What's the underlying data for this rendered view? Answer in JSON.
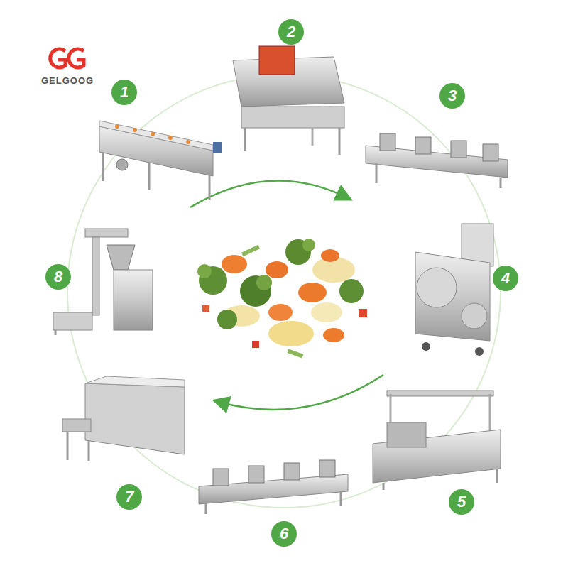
{
  "diagram": {
    "nodes": [
      {
        "text": [
          "1"
        ]
      },
      {
        "text": [
          "2"
        ]
      },
      {
        "text": [
          "3"
        ]
      },
      {
        "text": [
          "4"
        ]
      },
      {
        "text": [
          "5"
        ]
      },
      {
        "text": [
          "6"
        ]
      },
      {
        "text": [
          "7"
        ]
      },
      {
        "text": [
          "8"
        ]
      }
    ],
    "labels": [
      "GELGOOG"
    ]
  }
}
